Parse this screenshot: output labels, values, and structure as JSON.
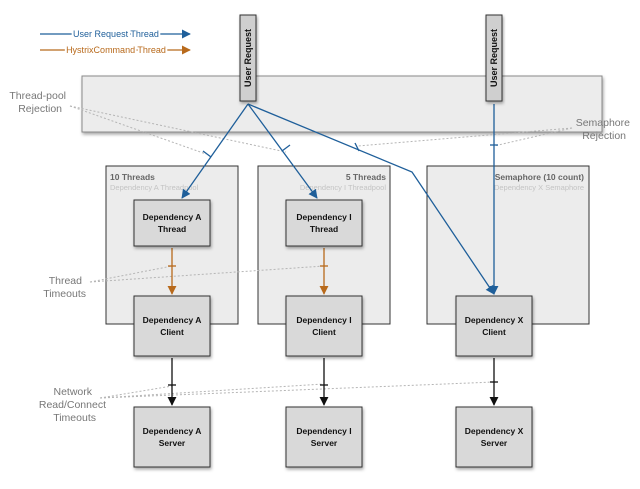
{
  "legend": {
    "user_request_thread": "User Request Thread",
    "hystrix_command_thread": "HystrixCommand Thread"
  },
  "user_request_labels": [
    "User Request",
    "User Request"
  ],
  "annotations": {
    "thread_pool_rejection": [
      "Thread-pool",
      "Rejection"
    ],
    "semaphore_rejection": [
      "Semaphore",
      "Rejection"
    ],
    "thread_timeouts": [
      "Thread",
      "Timeouts"
    ],
    "network_timeouts": [
      "Network",
      "Read/Connect",
      "Timeouts"
    ]
  },
  "pools": {
    "a": {
      "title": "10 Threads",
      "subtitle": "Dependency A Threadpool"
    },
    "i": {
      "title": "5 Threads",
      "subtitle": "Dependency I Threadpool"
    },
    "x": {
      "title": "Semaphore (10 count)",
      "subtitle": "Dependency X Semaphore"
    }
  },
  "boxes": {
    "a_thread": [
      "Dependency A",
      "Thread"
    ],
    "i_thread": [
      "Dependency I",
      "Thread"
    ],
    "a_client": [
      "Dependency A",
      "Client"
    ],
    "i_client": [
      "Dependency I",
      "Client"
    ],
    "x_client": [
      "Dependency X",
      "Client"
    ],
    "a_server": [
      "Dependency A",
      "Server"
    ],
    "i_server": [
      "Dependency I",
      "Server"
    ],
    "x_server": [
      "Dependency X",
      "Server"
    ]
  },
  "colors": {
    "user_thread": "#1f5f9a",
    "hystrix_thread": "#b86a1c",
    "box_fill": "#d9d9d9",
    "panel_fill": "#ececec",
    "annotation_text": "#777777"
  }
}
